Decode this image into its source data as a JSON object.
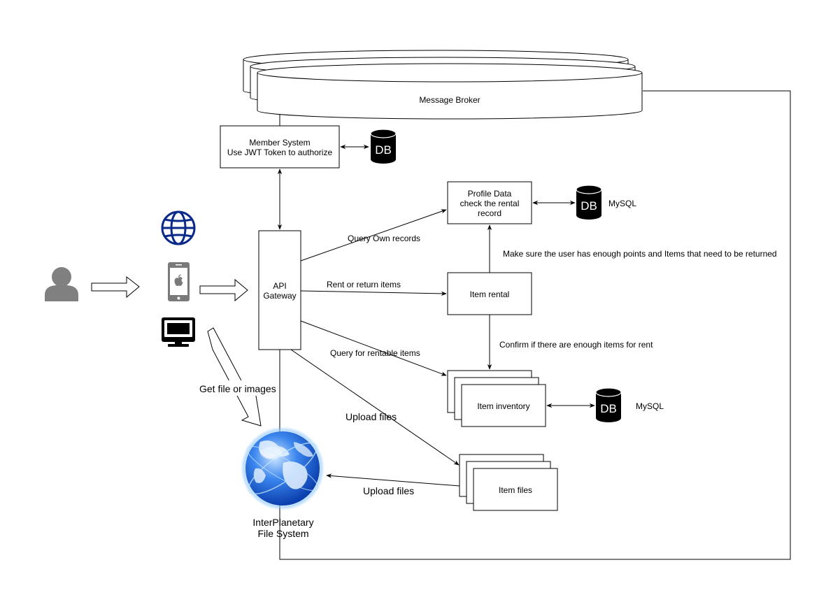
{
  "nodes": {
    "message_broker": "Message Broker",
    "member_system_line1": "Member  System",
    "member_system_line2": "Use JWT Token to authorize",
    "api_gateway_line1": "API",
    "api_gateway_line2": "Gateway",
    "profile_data_line1": "Profile Data",
    "profile_data_line2": "check the rental",
    "profile_data_line3": "record",
    "item_rental": "Item rental",
    "item_inventory": "Item inventory",
    "item_files": "Item files",
    "ipfs_line1": "InterPlanetary",
    "ipfs_line2": "File System"
  },
  "databases": {
    "db_label": "DB",
    "profile_db_name": "MySQL",
    "inventory_db_name": "MySQL"
  },
  "edges": {
    "query_own_records": "Query Own records",
    "rent_or_return": "Rent or return items",
    "query_rentable": "Query for rentable items",
    "upload_files_gateway": "Upload files",
    "upload_files_ipfs": "Upload files",
    "get_file": "Get file or images",
    "make_sure": "Make sure the user has enough points and Items that need to be returned",
    "confirm_items": "Confirm if there are enough items for rent"
  },
  "icons": {
    "user": "user-icon",
    "web": "globe-icon",
    "mobile": "iphone-icon",
    "desktop": "desktop-monitor-icon",
    "ipfs": "earth-globe-icon",
    "database": "database-icon"
  },
  "colors": {
    "stroke": "#000000",
    "user_icon": "#808080",
    "globe_icon": "#0a2a8a",
    "phone_icon": "#7a7a7a",
    "ipfs_globe": "#2a6fe0",
    "db_fill": "#000000"
  }
}
